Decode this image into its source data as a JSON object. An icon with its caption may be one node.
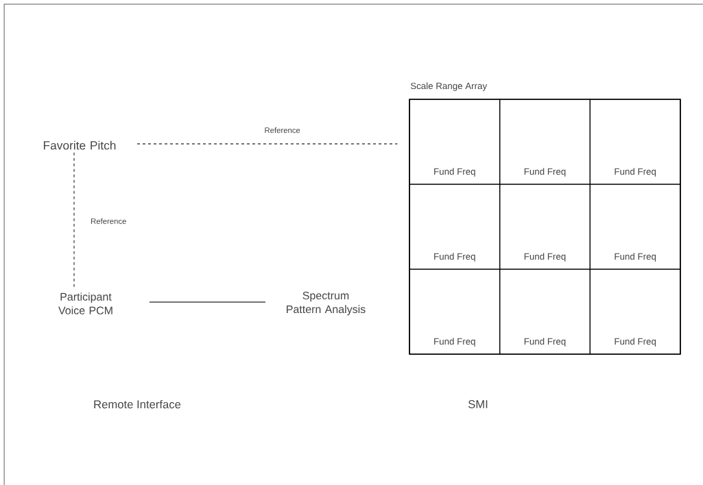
{
  "diagram": {
    "nodes": [
      {
        "text": [
          "Favorite Pitch"
        ]
      },
      {
        "text": [
          "Scale Range Array"
        ]
      },
      {
        "text": [
          "Fund Freq"
        ],
        "in": 1
      },
      {
        "text": [
          "Fund Freq"
        ],
        "in": 1
      },
      {
        "text": [
          "Fund Freq"
        ],
        "in": 1
      },
      {
        "text": [
          "Fund Freq"
        ],
        "in": 1
      },
      {
        "text": [
          "Fund Freq"
        ],
        "in": 1
      },
      {
        "text": [
          "Fund Freq"
        ],
        "in": 1
      },
      {
        "text": [
          "Fund Freq"
        ],
        "in": 1
      },
      {
        "text": [
          "Fund Freq"
        ],
        "in": 1
      },
      {
        "text": [
          "Fund Freq"
        ],
        "in": 1
      },
      {
        "text": [
          "Participant Voice PCM"
        ]
      },
      {
        "text": [
          "Spectrum Pattern Analysis"
        ]
      }
    ],
    "edges": [
      {
        "from": 0,
        "to": 1,
        "arrow": "none",
        "label": "Reference",
        "style": "dashed"
      },
      {
        "from": 0,
        "to": 11,
        "arrow": "none",
        "label": "Reference",
        "style": "dashed"
      },
      {
        "from": 11,
        "to": 12,
        "arrow": "none"
      }
    ],
    "labels": [
      "Remote Interface",
      "SMI"
    ]
  }
}
